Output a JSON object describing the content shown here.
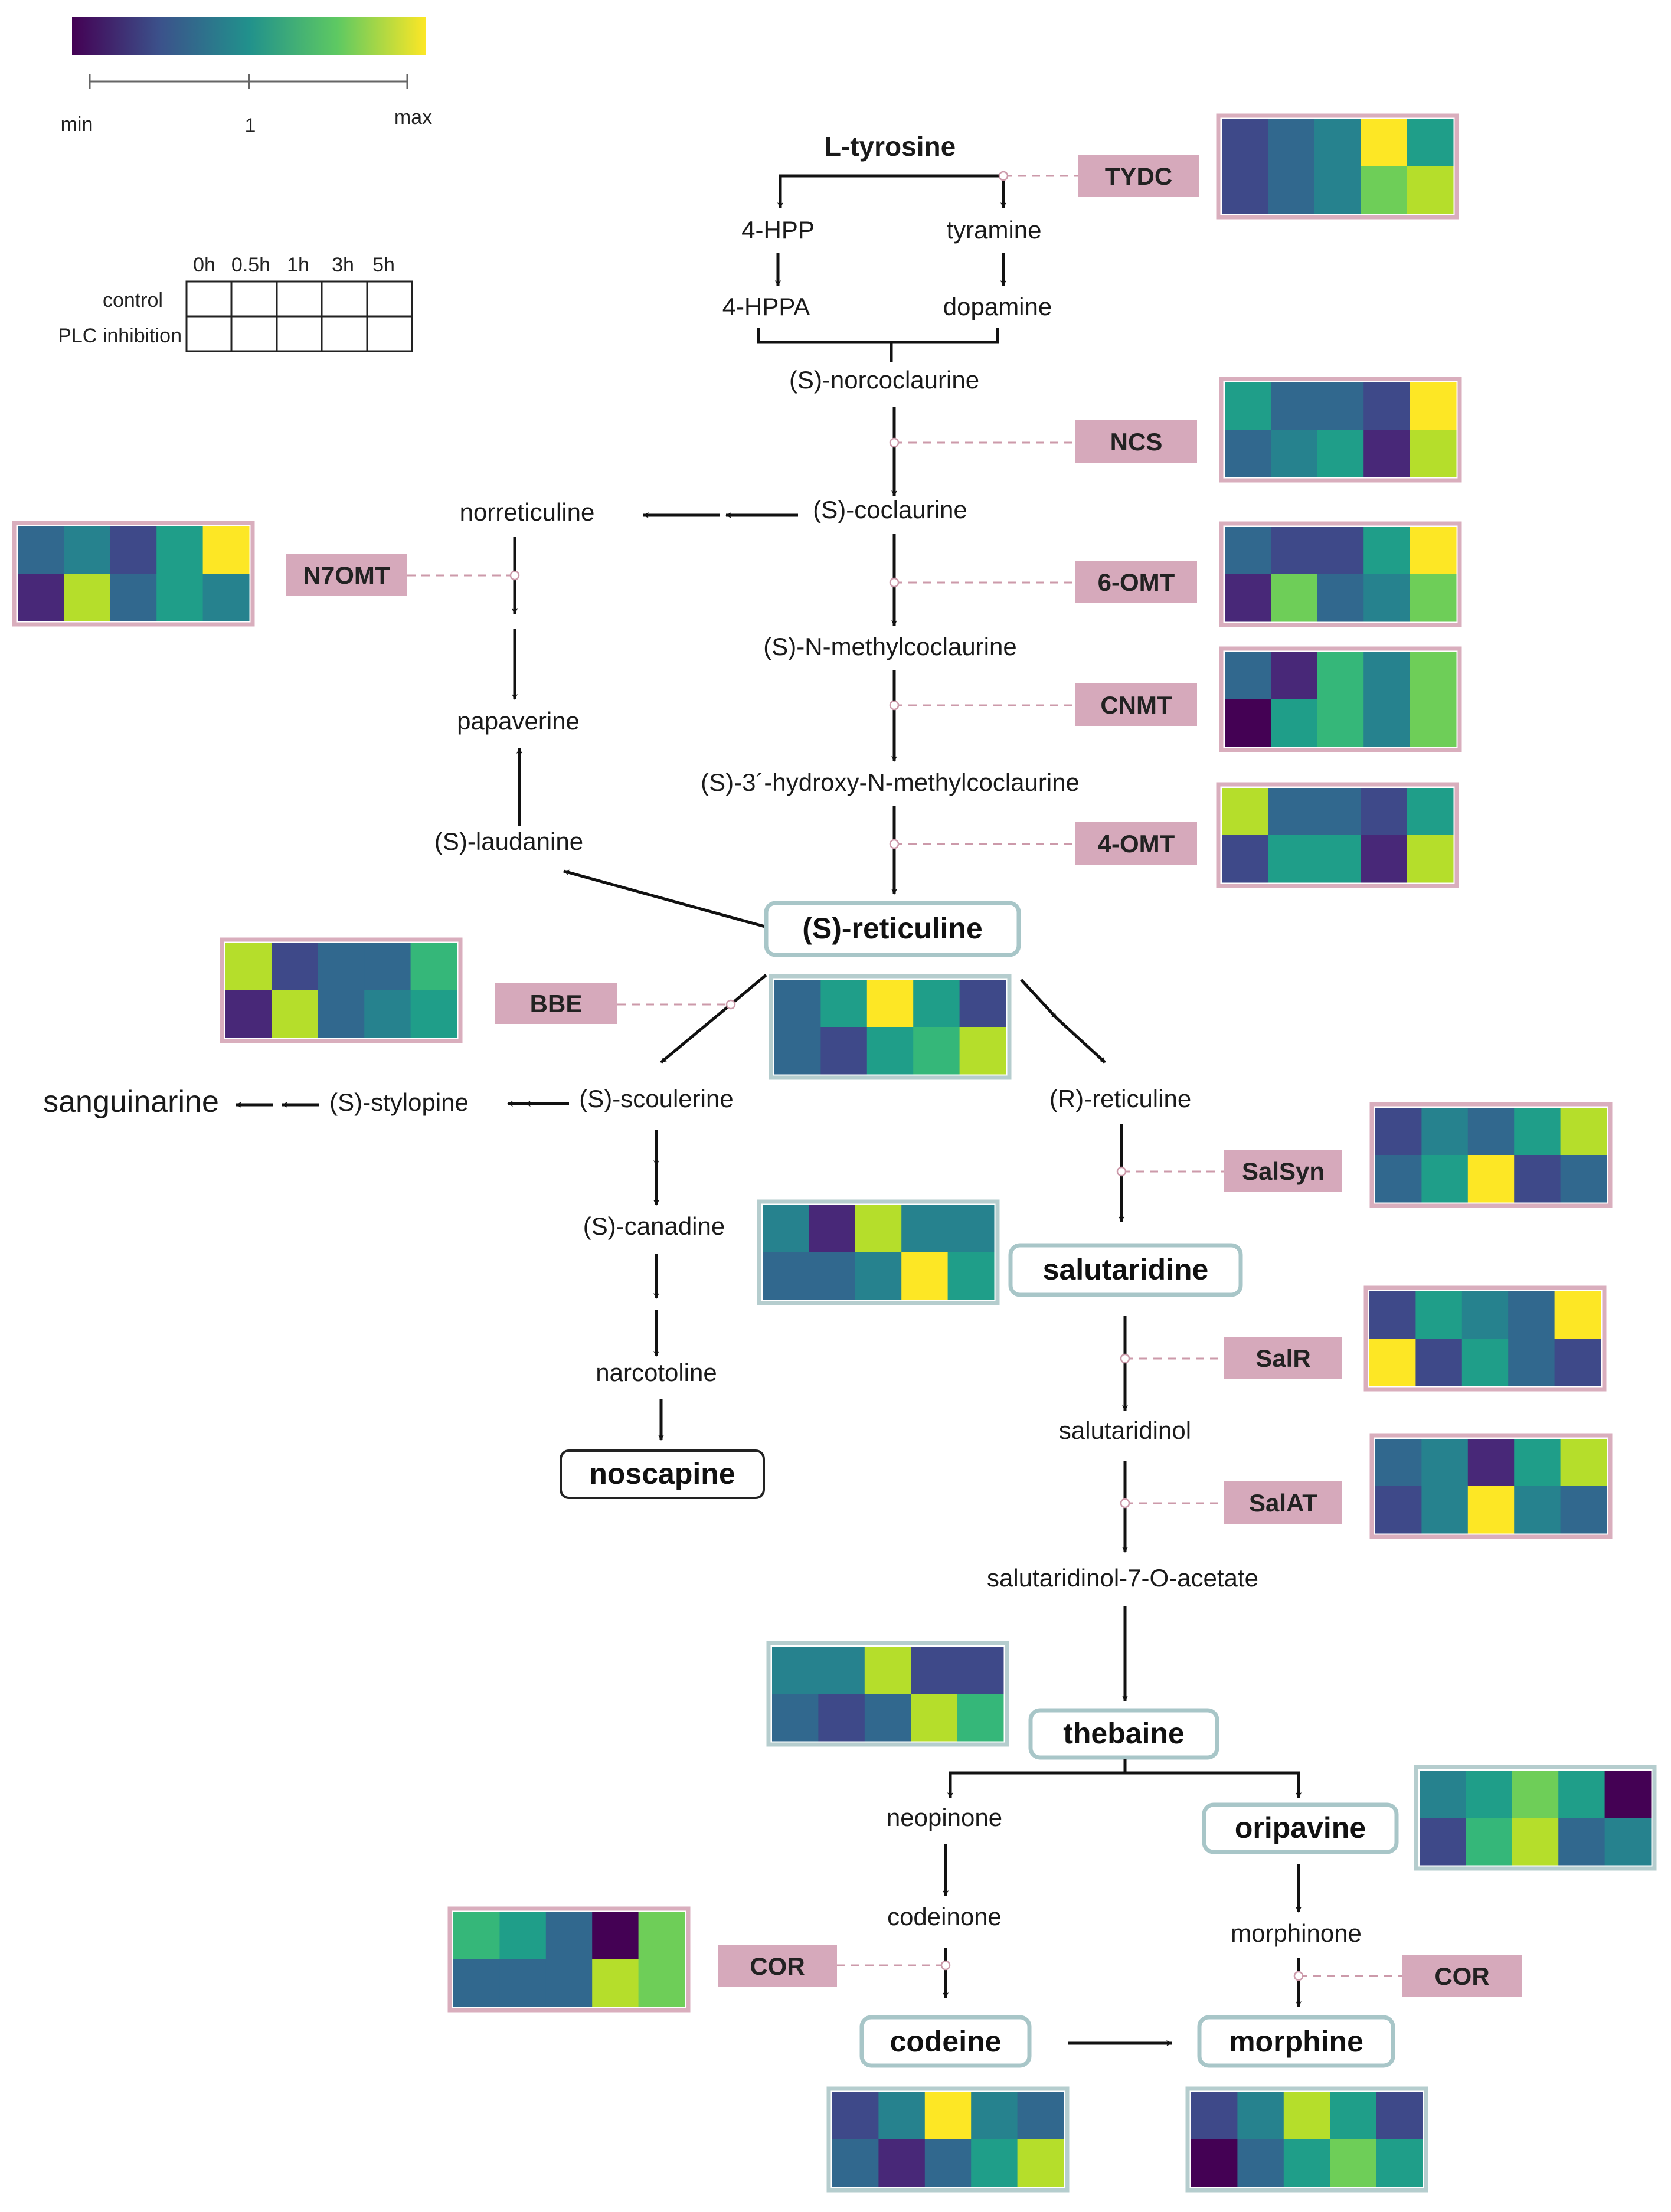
{
  "colors": {
    "enzyme_fill": "#d6a9bb",
    "product_border": "#a8c6c8",
    "heatmap_border": "#d9aebd",
    "product_heatmap_border": "#b5cdce",
    "link_line": "#cc9aaa",
    "arrow": "#111111",
    "text": "#1a1a1a"
  },
  "palette": [
    "#440154",
    "#482878",
    "#3e4989",
    "#31688e",
    "#26828e",
    "#1f9e89",
    "#35b779",
    "#6ece58",
    "#b5de2b",
    "#fde725"
  ],
  "colorbar": {
    "min_label": "min",
    "mid_label": "1",
    "max_label": "max"
  },
  "legend": {
    "time_points": [
      "0h",
      "0.5h",
      "1h",
      "3h",
      "5h"
    ],
    "rows": [
      "control",
      "PLC inhibition"
    ]
  },
  "compounds": {
    "l_tyrosine": "L-tyrosine",
    "hpp": "4-HPP",
    "tyramine": "tyramine",
    "hppa": "4-HPPA",
    "dopamine": "dopamine",
    "norcoclaurine": "(S)-norcoclaurine",
    "norreticuline": "norreticuline",
    "coclaurine": "(S)-coclaurine",
    "n_methylcoclaurine": "(S)-N-methylcoclaurine",
    "papaverine": "papaverine",
    "hydroxy_n_methylcoclaurine": "(S)-3´-hydroxy-N-methylcoclaurine",
    "laudanine": "(S)-laudanine",
    "s_reticuline": "(S)-reticuline",
    "sanguinarine": "sanguinarine",
    "stylopine": "(S)-stylopine",
    "scoulerine": "(S)-scoulerine",
    "r_reticuline": "(R)-reticuline",
    "canadine": "(S)-canadine",
    "salutaridine": "salutaridine",
    "narcotoline": "narcotoline",
    "salutaridinol": "salutaridinol",
    "noscapine": "noscapine",
    "salutaridinol_acetate": "salutaridinol-7-O-acetate",
    "thebaine": "thebaine",
    "neopinone": "neopinone",
    "oripavine": "oripavine",
    "codeinone": "codeinone",
    "morphinone": "morphinone",
    "codeine": "codeine",
    "morphine": "morphine"
  },
  "enzymes": {
    "tydc": "TYDC",
    "ncs": "NCS",
    "n7omt": "N7OMT",
    "omt6": "6-OMT",
    "cnmt": "CNMT",
    "omt4": "4-OMT",
    "bbe": "BBE",
    "salsyn": "SalSyn",
    "salr": "SalR",
    "salat": "SalAT",
    "cor_codeine": "COR",
    "cor_morphine": "COR"
  },
  "heatmaps": [
    {
      "id": "tydc",
      "values": [
        [
          2,
          3,
          4,
          9,
          5
        ],
        [
          2,
          3,
          4,
          7,
          8
        ]
      ]
    },
    {
      "id": "ncs",
      "values": [
        [
          5,
          3,
          3,
          2,
          9
        ],
        [
          3,
          4,
          5,
          1,
          8
        ]
      ]
    },
    {
      "id": "n7omt",
      "values": [
        [
          3,
          4,
          2,
          5,
          9
        ],
        [
          1,
          8,
          3,
          5,
          4
        ]
      ]
    },
    {
      "id": "omt6",
      "values": [
        [
          3,
          2,
          2,
          5,
          9
        ],
        [
          1,
          7,
          3,
          4,
          7
        ]
      ]
    },
    {
      "id": "cnmt",
      "values": [
        [
          3,
          1,
          6,
          4,
          7
        ],
        [
          0,
          5,
          6,
          4,
          7
        ]
      ]
    },
    {
      "id": "omt4",
      "values": [
        [
          8,
          3,
          3,
          2,
          5
        ],
        [
          2,
          5,
          5,
          1,
          8
        ]
      ]
    },
    {
      "id": "bbe",
      "values": [
        [
          8,
          2,
          3,
          3,
          6
        ],
        [
          1,
          8,
          3,
          4,
          5
        ]
      ]
    },
    {
      "id": "reticuline",
      "values": [
        [
          3,
          5,
          9,
          5,
          2
        ],
        [
          3,
          2,
          5,
          6,
          8
        ]
      ]
    },
    {
      "id": "salsyn",
      "values": [
        [
          2,
          4,
          3,
          5,
          8
        ],
        [
          3,
          5,
          9,
          2,
          3
        ]
      ]
    },
    {
      "id": "canadine",
      "values": [
        [
          4,
          1,
          8,
          4,
          4
        ],
        [
          3,
          3,
          4,
          9,
          5
        ]
      ]
    },
    {
      "id": "salr",
      "values": [
        [
          2,
          5,
          4,
          3,
          9
        ],
        [
          9,
          2,
          5,
          3,
          2
        ]
      ]
    },
    {
      "id": "salat",
      "values": [
        [
          3,
          4,
          1,
          5,
          8
        ],
        [
          2,
          4,
          9,
          4,
          3
        ]
      ]
    },
    {
      "id": "thebaine",
      "values": [
        [
          4,
          4,
          8,
          2,
          2
        ],
        [
          3,
          2,
          3,
          8,
          6
        ]
      ]
    },
    {
      "id": "oripavine",
      "values": [
        [
          4,
          5,
          7,
          5,
          0
        ],
        [
          2,
          6,
          8,
          3,
          4
        ]
      ]
    },
    {
      "id": "cor_codeine",
      "values": [
        [
          6,
          5,
          3,
          0,
          7
        ],
        [
          3,
          3,
          3,
          8,
          7
        ]
      ]
    },
    {
      "id": "codeine",
      "values": [
        [
          2,
          4,
          9,
          4,
          3
        ],
        [
          3,
          1,
          3,
          5,
          8
        ]
      ]
    },
    {
      "id": "morphine",
      "values": [
        [
          2,
          4,
          8,
          5,
          2
        ],
        [
          0,
          3,
          5,
          7,
          5
        ]
      ]
    }
  ]
}
